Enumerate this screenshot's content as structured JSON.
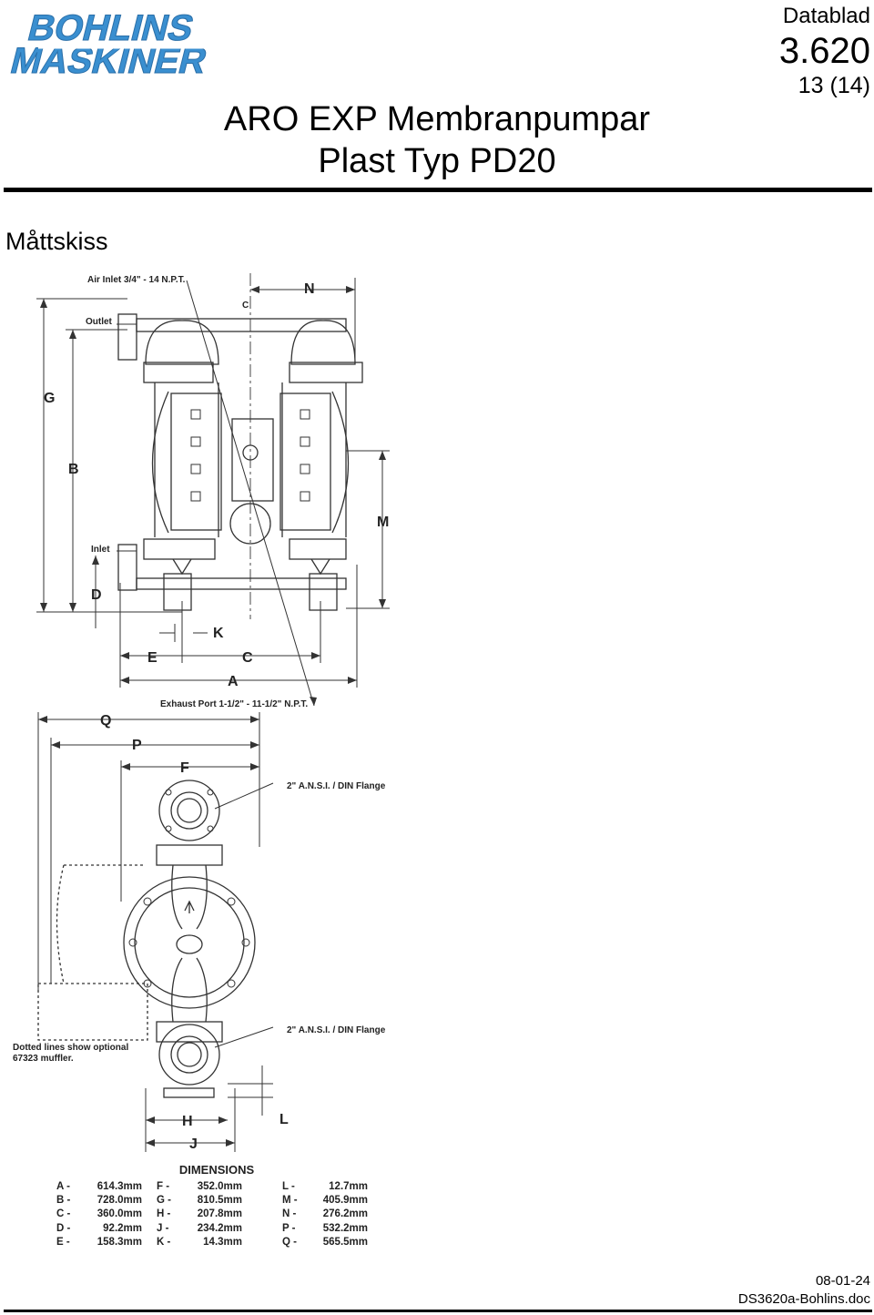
{
  "logo": {
    "line1": "BOHLINS",
    "line2": "MASKINER",
    "color": "#3a8fd0"
  },
  "header": {
    "doc_type": "Datablad",
    "doc_number": "3.620",
    "page": "13 (14)",
    "title_line1": "ARO EXP Membranpumpar",
    "title_line2": "Plast Typ PD20"
  },
  "section_heading": "Måttskiss",
  "front_view": {
    "air_inlet": "Air Inlet 3/4\" - 14 N.P.T.",
    "outlet": "Outlet",
    "inlet": "Inlet",
    "centerline": "C",
    "exhaust": "Exhaust Port 1-1/2\" - 11-1/2\" N.P.T.",
    "letters": {
      "N": "N",
      "G": "G",
      "B": "B",
      "M": "M",
      "D": "D",
      "K": "K",
      "E": "E",
      "C": "C",
      "A": "A"
    }
  },
  "side_view": {
    "flange_top": "2\" A.N.S.I. / DIN Flange",
    "flange_bottom": "2\" A.N.S.I. / DIN Flange",
    "dotted_note_1": "Dotted lines show optional",
    "dotted_note_2": "67323 muffler.",
    "letters": {
      "Q": "Q",
      "P": "P",
      "F": "F",
      "H": "H",
      "J": "J",
      "L": "L"
    }
  },
  "dimensions": {
    "title": "DIMENSIONS",
    "col1": [
      {
        "key": "A -",
        "value": "614.3mm"
      },
      {
        "key": "B -",
        "value": "728.0mm"
      },
      {
        "key": "C -",
        "value": "360.0mm"
      },
      {
        "key": "D -",
        "value": "92.2mm"
      },
      {
        "key": "E -",
        "value": "158.3mm"
      }
    ],
    "col2": [
      {
        "key": "F -",
        "value": "352.0mm"
      },
      {
        "key": "G -",
        "value": "810.5mm"
      },
      {
        "key": "H -",
        "value": "207.8mm"
      },
      {
        "key": "J -",
        "value": "234.2mm"
      },
      {
        "key": "K -",
        "value": "14.3mm"
      }
    ],
    "col3": [
      {
        "key": "L -",
        "value": "12.7mm"
      },
      {
        "key": "M -",
        "value": "405.9mm"
      },
      {
        "key": "N -",
        "value": "276.2mm"
      },
      {
        "key": "P -",
        "value": "532.2mm"
      },
      {
        "key": "Q -",
        "value": "565.5mm"
      }
    ]
  },
  "footer": {
    "date": "08-01-24",
    "filename": "DS3620a-Bohlins.doc"
  }
}
